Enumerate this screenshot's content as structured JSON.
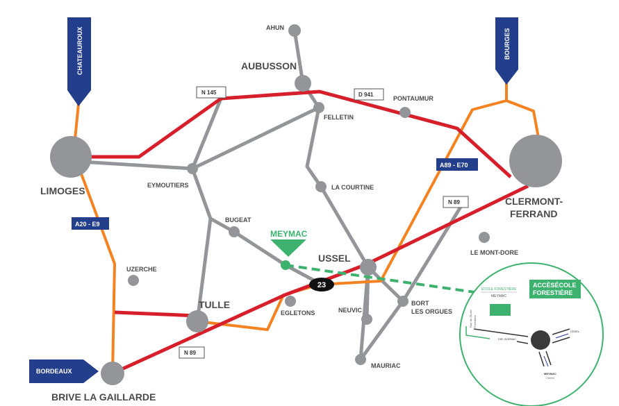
{
  "colors": {
    "red_road": "#d71f2b",
    "orange_road": "#f58220",
    "gray_road": "#939598",
    "blue_sign": "#233e8b",
    "green": "#3db26e"
  },
  "directions": {
    "chateauroux": "CHATEAUROUX",
    "bourges": "BOURGES",
    "bordeaux": "BORDEAUX"
  },
  "cities": {
    "ahun": "AHUN",
    "aubusson": "AUBUSSON",
    "felletin": "FELLETIN",
    "pontaumur": "PONTAUMUR",
    "limoges": "LIMOGES",
    "eymoutiers": "EYMOUTIERS",
    "la_courtine": "LA COURTINE",
    "clermont_1": "CLERMONT-",
    "clermont_2": "FERRAND",
    "bugeat": "BUGEAT",
    "meymac": "MEYMAC",
    "ussel": "USSEL",
    "le_mont_dore": "LE MONT-DORE",
    "uzerche": "UZERCHE",
    "tulle": "TULLE",
    "egletons": "EGLETONS",
    "neuvic": "NEUVIC",
    "bort_1": "BORT",
    "bort_2": "LES ORGUES",
    "mauriac": "MAURIAC",
    "brive": "BRIVE LA GAILLARDE"
  },
  "roads": {
    "n145": "N 145",
    "d941": "D 941",
    "n89_east": "N 89",
    "n89_west": "N 89",
    "a89": "A89 - E70",
    "a20": "A20 - E9",
    "exit": "23"
  },
  "inset": {
    "title_1": "ACCÈSÉCOLE",
    "title_2": "FORESTIÈRE",
    "school_1": "ÉCOLE FORESTIÈRE",
    "school_2": "MEYMAC",
    "street_1": "Rue de l'École",
    "street_2": "Forestière",
    "dir_bornac": "DIR. BORNAC",
    "ussel": "USSEL",
    "meymac": "MEYMAC",
    "centre": "Centre"
  }
}
